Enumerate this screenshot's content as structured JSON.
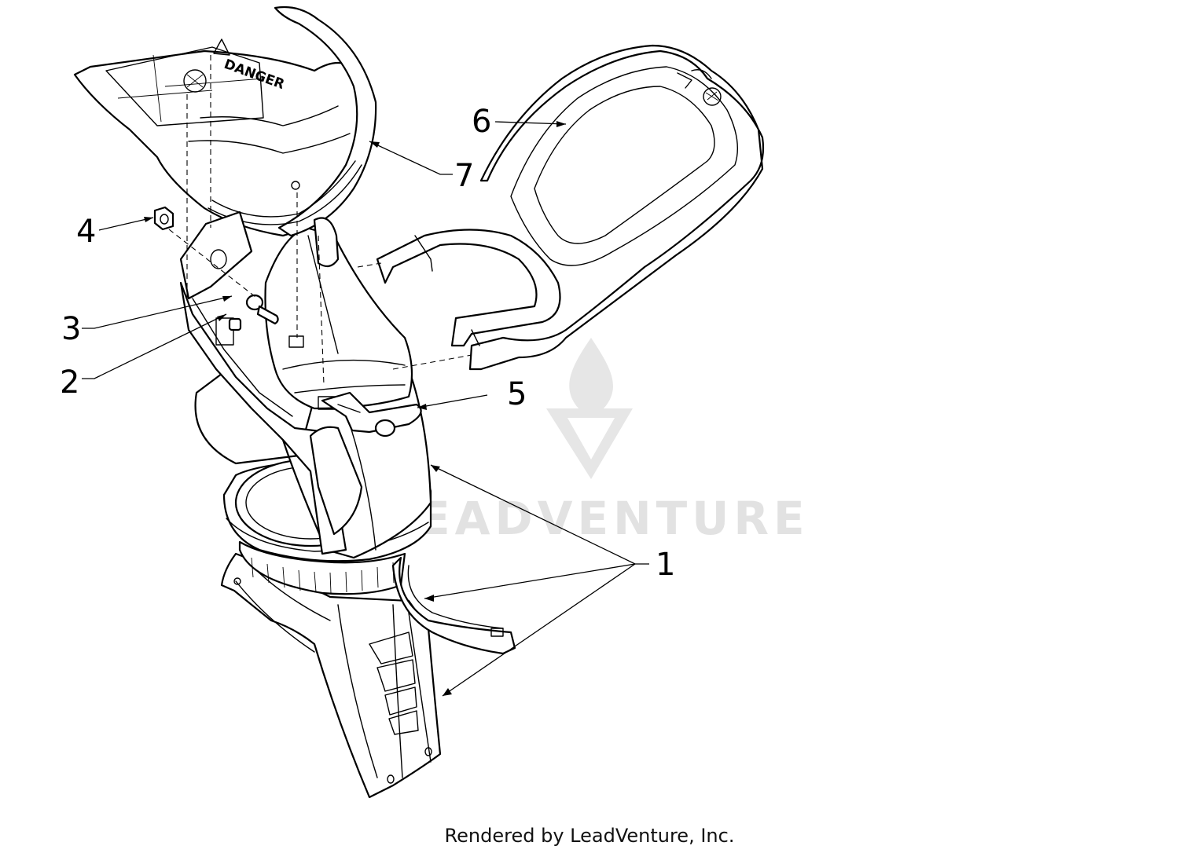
{
  "diagram": {
    "callouts": [
      {
        "id": "1",
        "label": "1"
      },
      {
        "id": "2",
        "label": "2"
      },
      {
        "id": "3",
        "label": "3"
      },
      {
        "id": "4",
        "label": "4"
      },
      {
        "id": "5",
        "label": "5"
      },
      {
        "id": "6",
        "label": "6"
      },
      {
        "id": "7",
        "label": "7"
      }
    ],
    "decal_text": "DANGER",
    "watermark": "LEADVENTURE"
  },
  "footer": {
    "credit": "Rendered by LeadVenture, Inc."
  },
  "colors": {
    "line": "#000000",
    "background": "#ffffff",
    "watermark": "#e2e2e2"
  }
}
